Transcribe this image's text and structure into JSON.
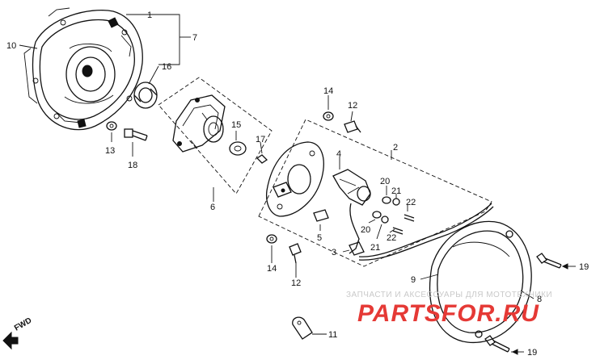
{
  "diagram": {
    "callouts": [
      "1",
      "2",
      "3",
      "4",
      "5",
      "6",
      "7",
      "8",
      "9",
      "10",
      "11",
      "12",
      "12",
      "13",
      "14",
      "14",
      "15",
      "16",
      "17",
      "18",
      "19",
      "19",
      "20",
      "20",
      "21",
      "21",
      "22",
      "22"
    ],
    "labels": {
      "c1": "1",
      "c2": "2",
      "c3": "3",
      "c4": "4",
      "c5": "5",
      "c6": "6",
      "c7": "7",
      "c8": "8",
      "c9": "9",
      "c10": "10",
      "c11": "11",
      "c12a": "12",
      "c12b": "12",
      "c13": "13",
      "c14a": "14",
      "c14b": "14",
      "c15": "15",
      "c16": "16",
      "c17": "17",
      "c18": "18",
      "c19a": "19",
      "c19b": "19",
      "c20a": "20",
      "c20b": "20",
      "c21a": "21",
      "c21b": "21",
      "c22a": "22",
      "c22b": "22"
    },
    "direction_label": "FWD"
  },
  "watermark": {
    "line1": "ЗАПЧАСТИ И АКСЕССУАРЫ ДЛЯ МОТОТЕХНИКИ",
    "brand": "PARTSFOR.RU"
  }
}
